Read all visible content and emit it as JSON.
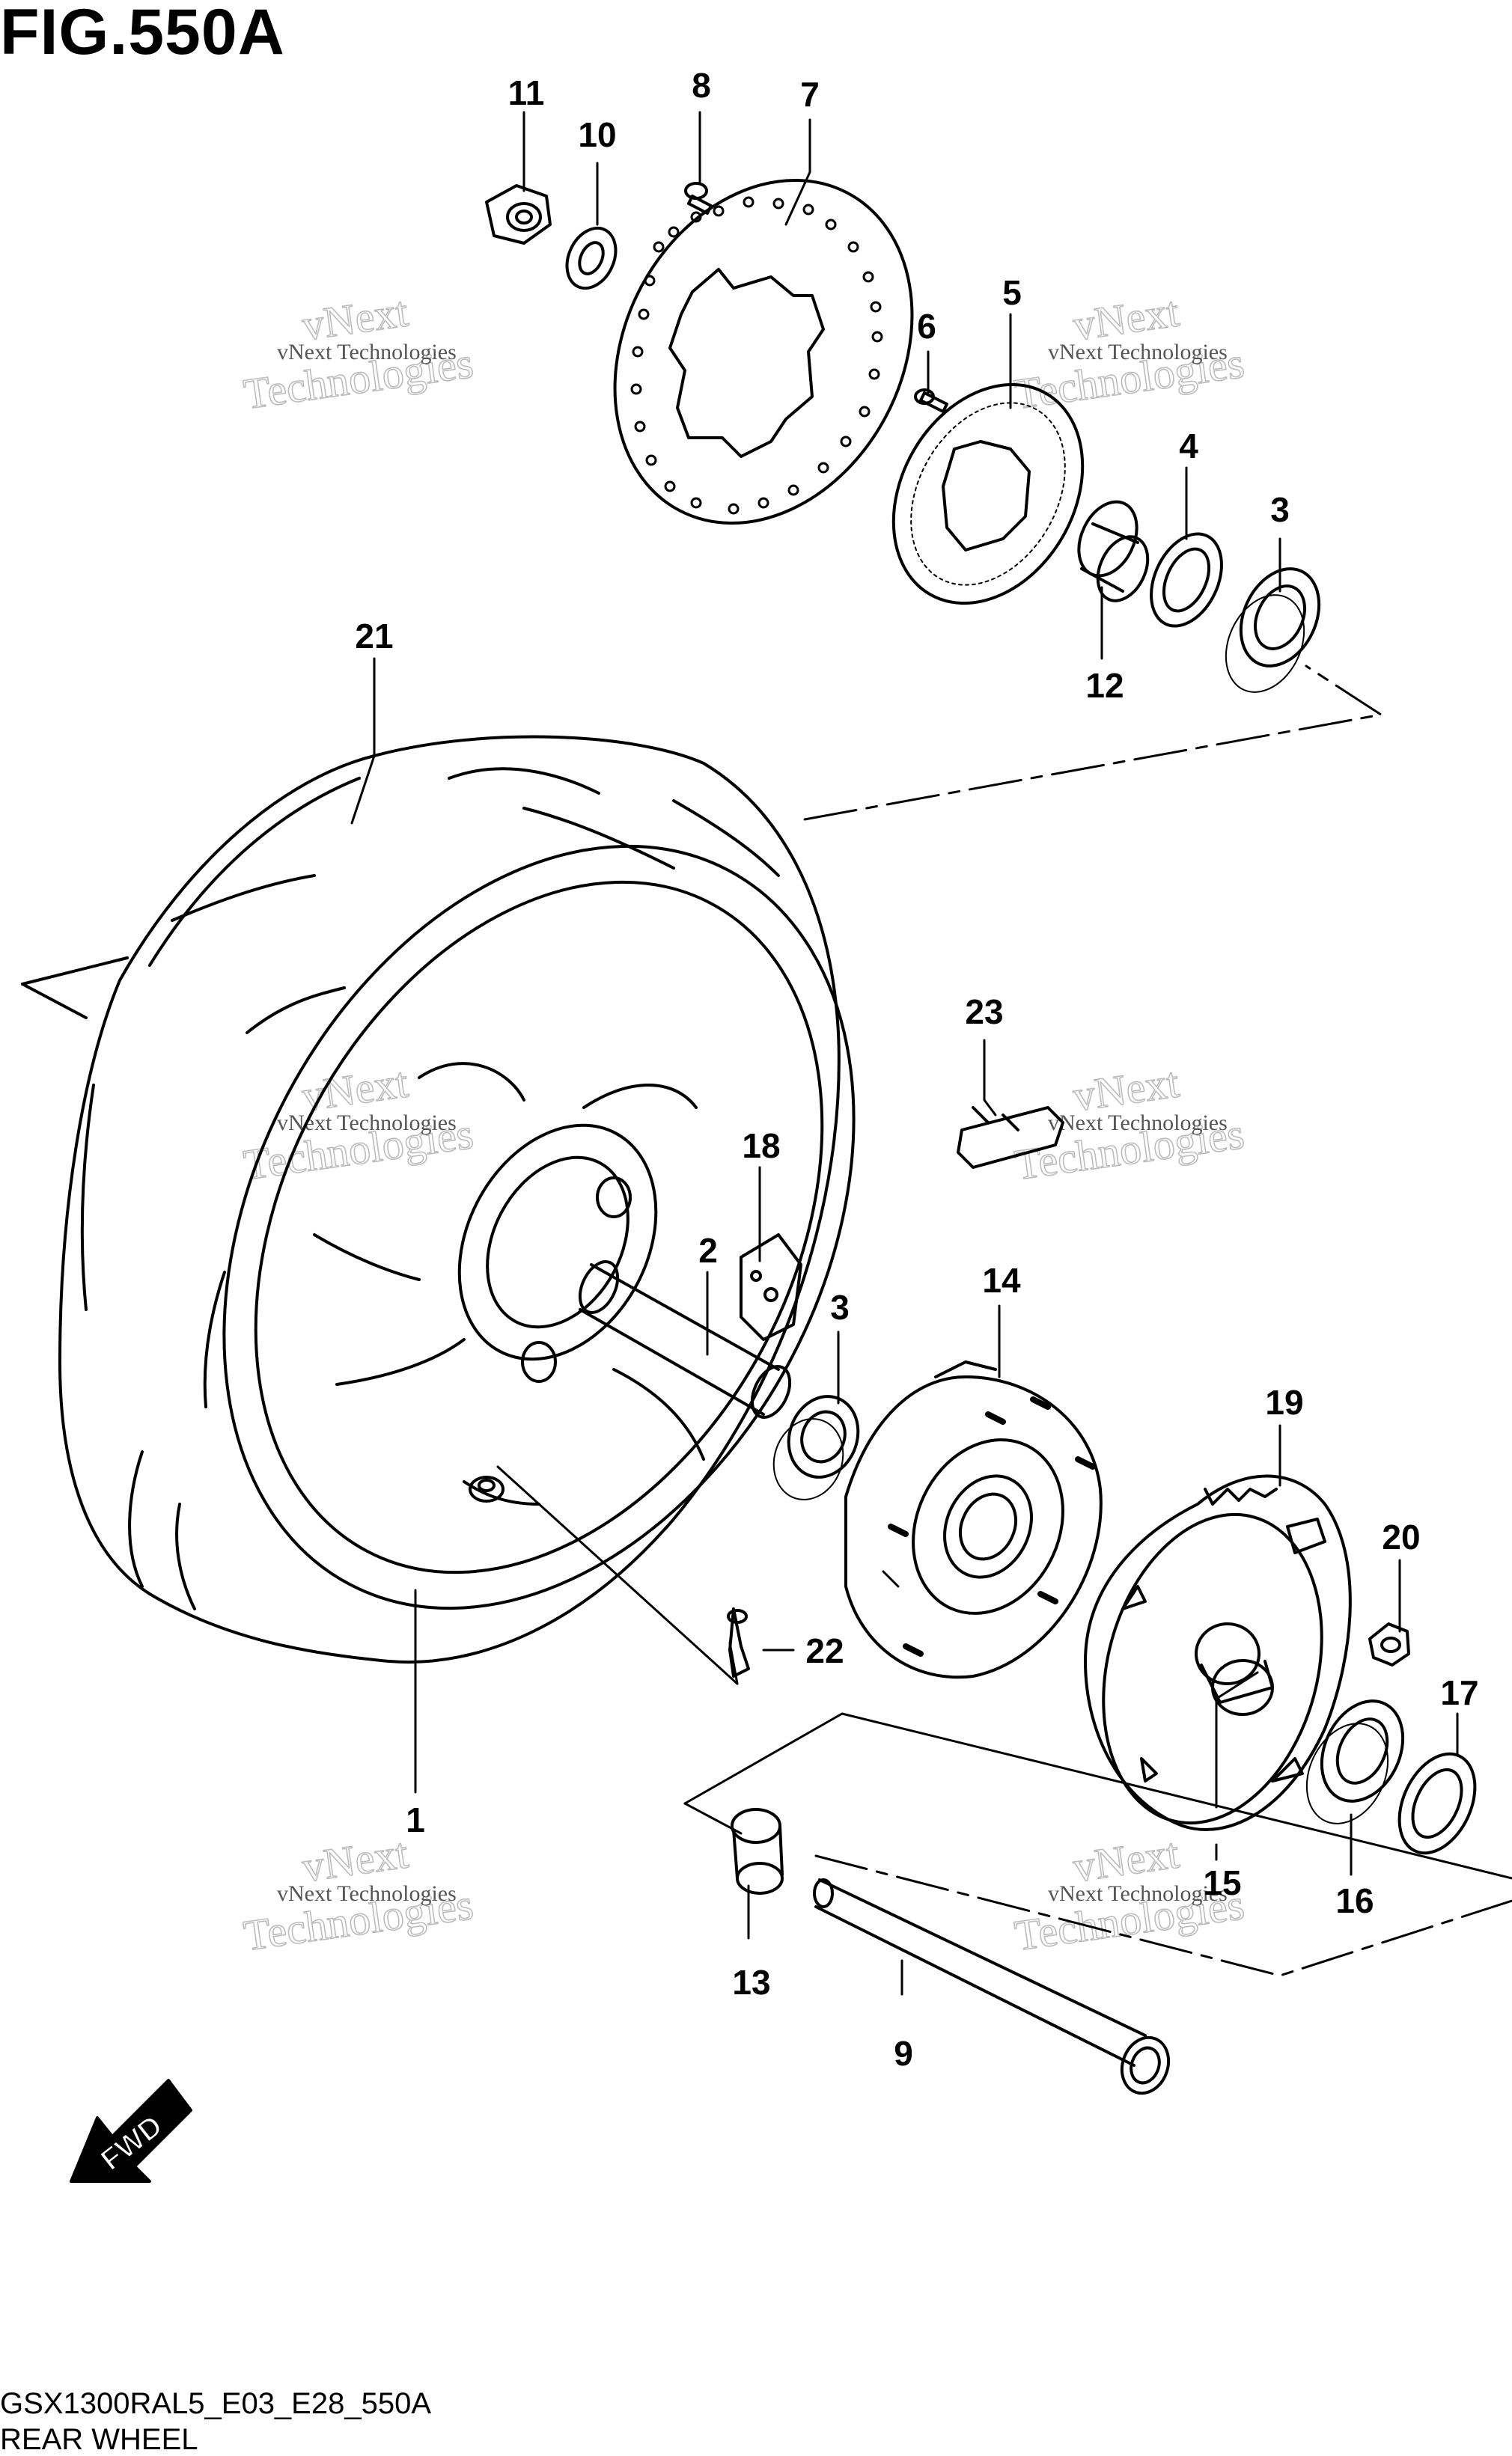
{
  "figure": {
    "title": "FIG.550A",
    "code": "GSX1300RAL5_E03_E28_550A",
    "name": "REAR WHEEL"
  },
  "watermark": {
    "line_small": "vNext Technologies",
    "line_big_1": "vNext",
    "line_big_2": "Technologies"
  },
  "direction_badge": "FWD",
  "parts": [
    {
      "id": "p1",
      "number": "1"
    },
    {
      "id": "p2",
      "number": "2"
    },
    {
      "id": "p3a",
      "number": "3"
    },
    {
      "id": "p3b",
      "number": "3"
    },
    {
      "id": "p4",
      "number": "4"
    },
    {
      "id": "p5",
      "number": "5"
    },
    {
      "id": "p6",
      "number": "6"
    },
    {
      "id": "p7",
      "number": "7"
    },
    {
      "id": "p8",
      "number": "8"
    },
    {
      "id": "p9",
      "number": "9"
    },
    {
      "id": "p10",
      "number": "10"
    },
    {
      "id": "p11",
      "number": "11"
    },
    {
      "id": "p12",
      "number": "12"
    },
    {
      "id": "p13",
      "number": "13"
    },
    {
      "id": "p14",
      "number": "14"
    },
    {
      "id": "p15",
      "number": "15"
    },
    {
      "id": "p16",
      "number": "16"
    },
    {
      "id": "p17",
      "number": "17"
    },
    {
      "id": "p18",
      "number": "18"
    },
    {
      "id": "p19",
      "number": "19"
    },
    {
      "id": "p20",
      "number": "20"
    },
    {
      "id": "p21",
      "number": "21"
    },
    {
      "id": "p22",
      "number": "22"
    },
    {
      "id": "p23",
      "number": "23"
    }
  ]
}
